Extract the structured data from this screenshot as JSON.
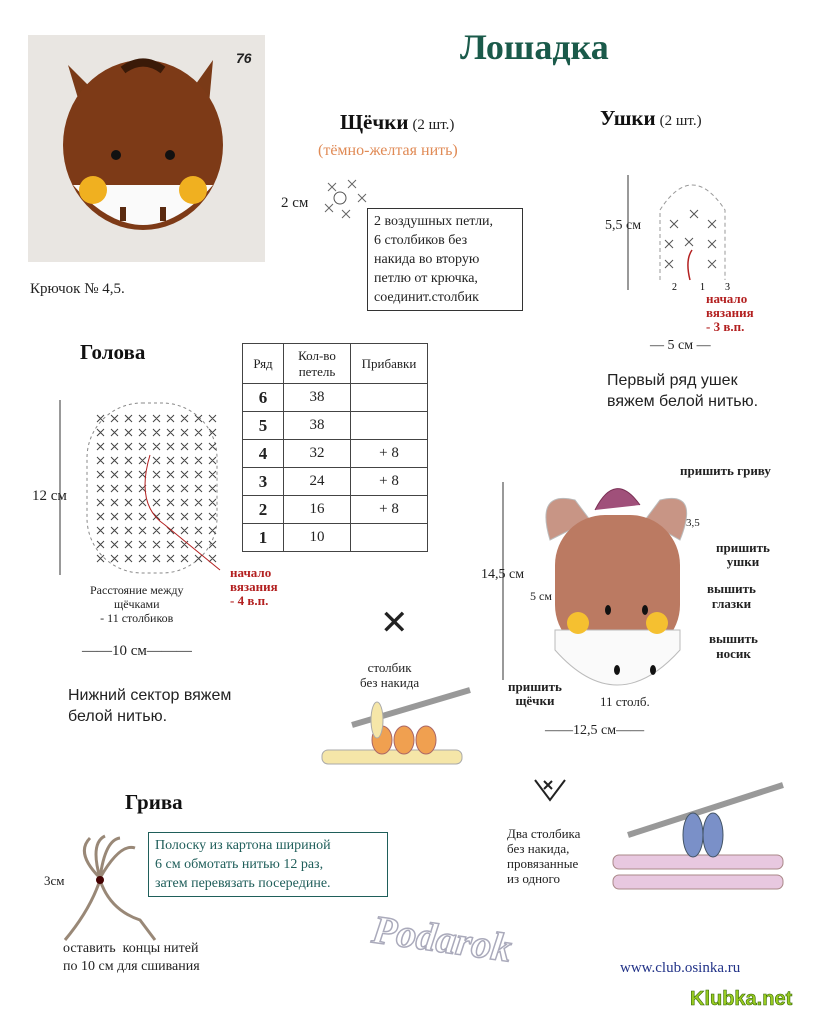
{
  "title": "Лошадка",
  "photo": {
    "number": "76",
    "hook": "Крючок № 4,5."
  },
  "cheeks": {
    "heading": "Щёчки",
    "count": "(2 шт.)",
    "yarn": "(тёмно-желтая нить)",
    "size": "2 см",
    "note_lines": [
      "2 воздушных петли,",
      "6 столбиков без",
      "накида во вторую",
      "петлю от крючка,",
      "соединит.столбик"
    ]
  },
  "ears": {
    "heading": "Ушки",
    "count": "(2 шт.)",
    "height": "5,5 см",
    "width": "5 см",
    "start": [
      "начало",
      "вязания",
      "- 3 в.п."
    ],
    "note": [
      "Первый ряд ушек",
      "вяжем белой нитью."
    ],
    "diagram_marks": [
      "2",
      "1",
      "3"
    ]
  },
  "head": {
    "heading": "Голова",
    "height": "12 см",
    "width": "10 см",
    "distance": [
      "Расстояние между",
      "щёчками",
      "- 11 столбиков"
    ],
    "start": [
      "начало",
      "вязания",
      "- 4 в.п."
    ],
    "note": [
      "Нижний сектор вяжем",
      "белой нитью."
    ]
  },
  "table": {
    "headers": [
      "Ряд",
      "Кол-во петель",
      "Прибавки"
    ],
    "rows": [
      [
        "6",
        "38",
        ""
      ],
      [
        "5",
        "38",
        ""
      ],
      [
        "4",
        "32",
        "+ 8"
      ],
      [
        "3",
        "24",
        "+ 8"
      ],
      [
        "2",
        "16",
        "+ 8"
      ],
      [
        "1",
        "10",
        ""
      ]
    ]
  },
  "sc": {
    "symbol": "✕",
    "label": [
      "столбик",
      "без накида"
    ]
  },
  "assembly": {
    "mane": "пришить гриву",
    "ears": [
      "пришить",
      "ушки"
    ],
    "eyes": [
      "вышить",
      "глазки"
    ],
    "nose": [
      "вышить",
      "носик"
    ],
    "cheeks": [
      "пришить",
      "щёчки"
    ],
    "height": "14,5 см",
    "side": "5 см",
    "ear_size": "3,5",
    "stitches": "11 столб.",
    "width": "12,5 см"
  },
  "inc": {
    "label": [
      "Два столбика",
      "без накида,",
      "провязанные",
      "из одного"
    ]
  },
  "mane": {
    "heading": "Грива",
    "size": "3см",
    "note": [
      "Полоску из картона шириной",
      "6 см обмотать нитью 12 раз,",
      "затем перевязать посередине."
    ],
    "ends": [
      "оставить  концы нитей",
      "по 10 см для сшивания"
    ]
  },
  "footer": {
    "watermark": "Podarok",
    "site": "www.club.osinka.ru",
    "logo": "Klubka.net"
  },
  "colors": {
    "title": "#1a5a4a",
    "orange": "#e08a55",
    "red": "#b32020",
    "teal": "#1f5e5a",
    "brown": "#7a3a17"
  }
}
